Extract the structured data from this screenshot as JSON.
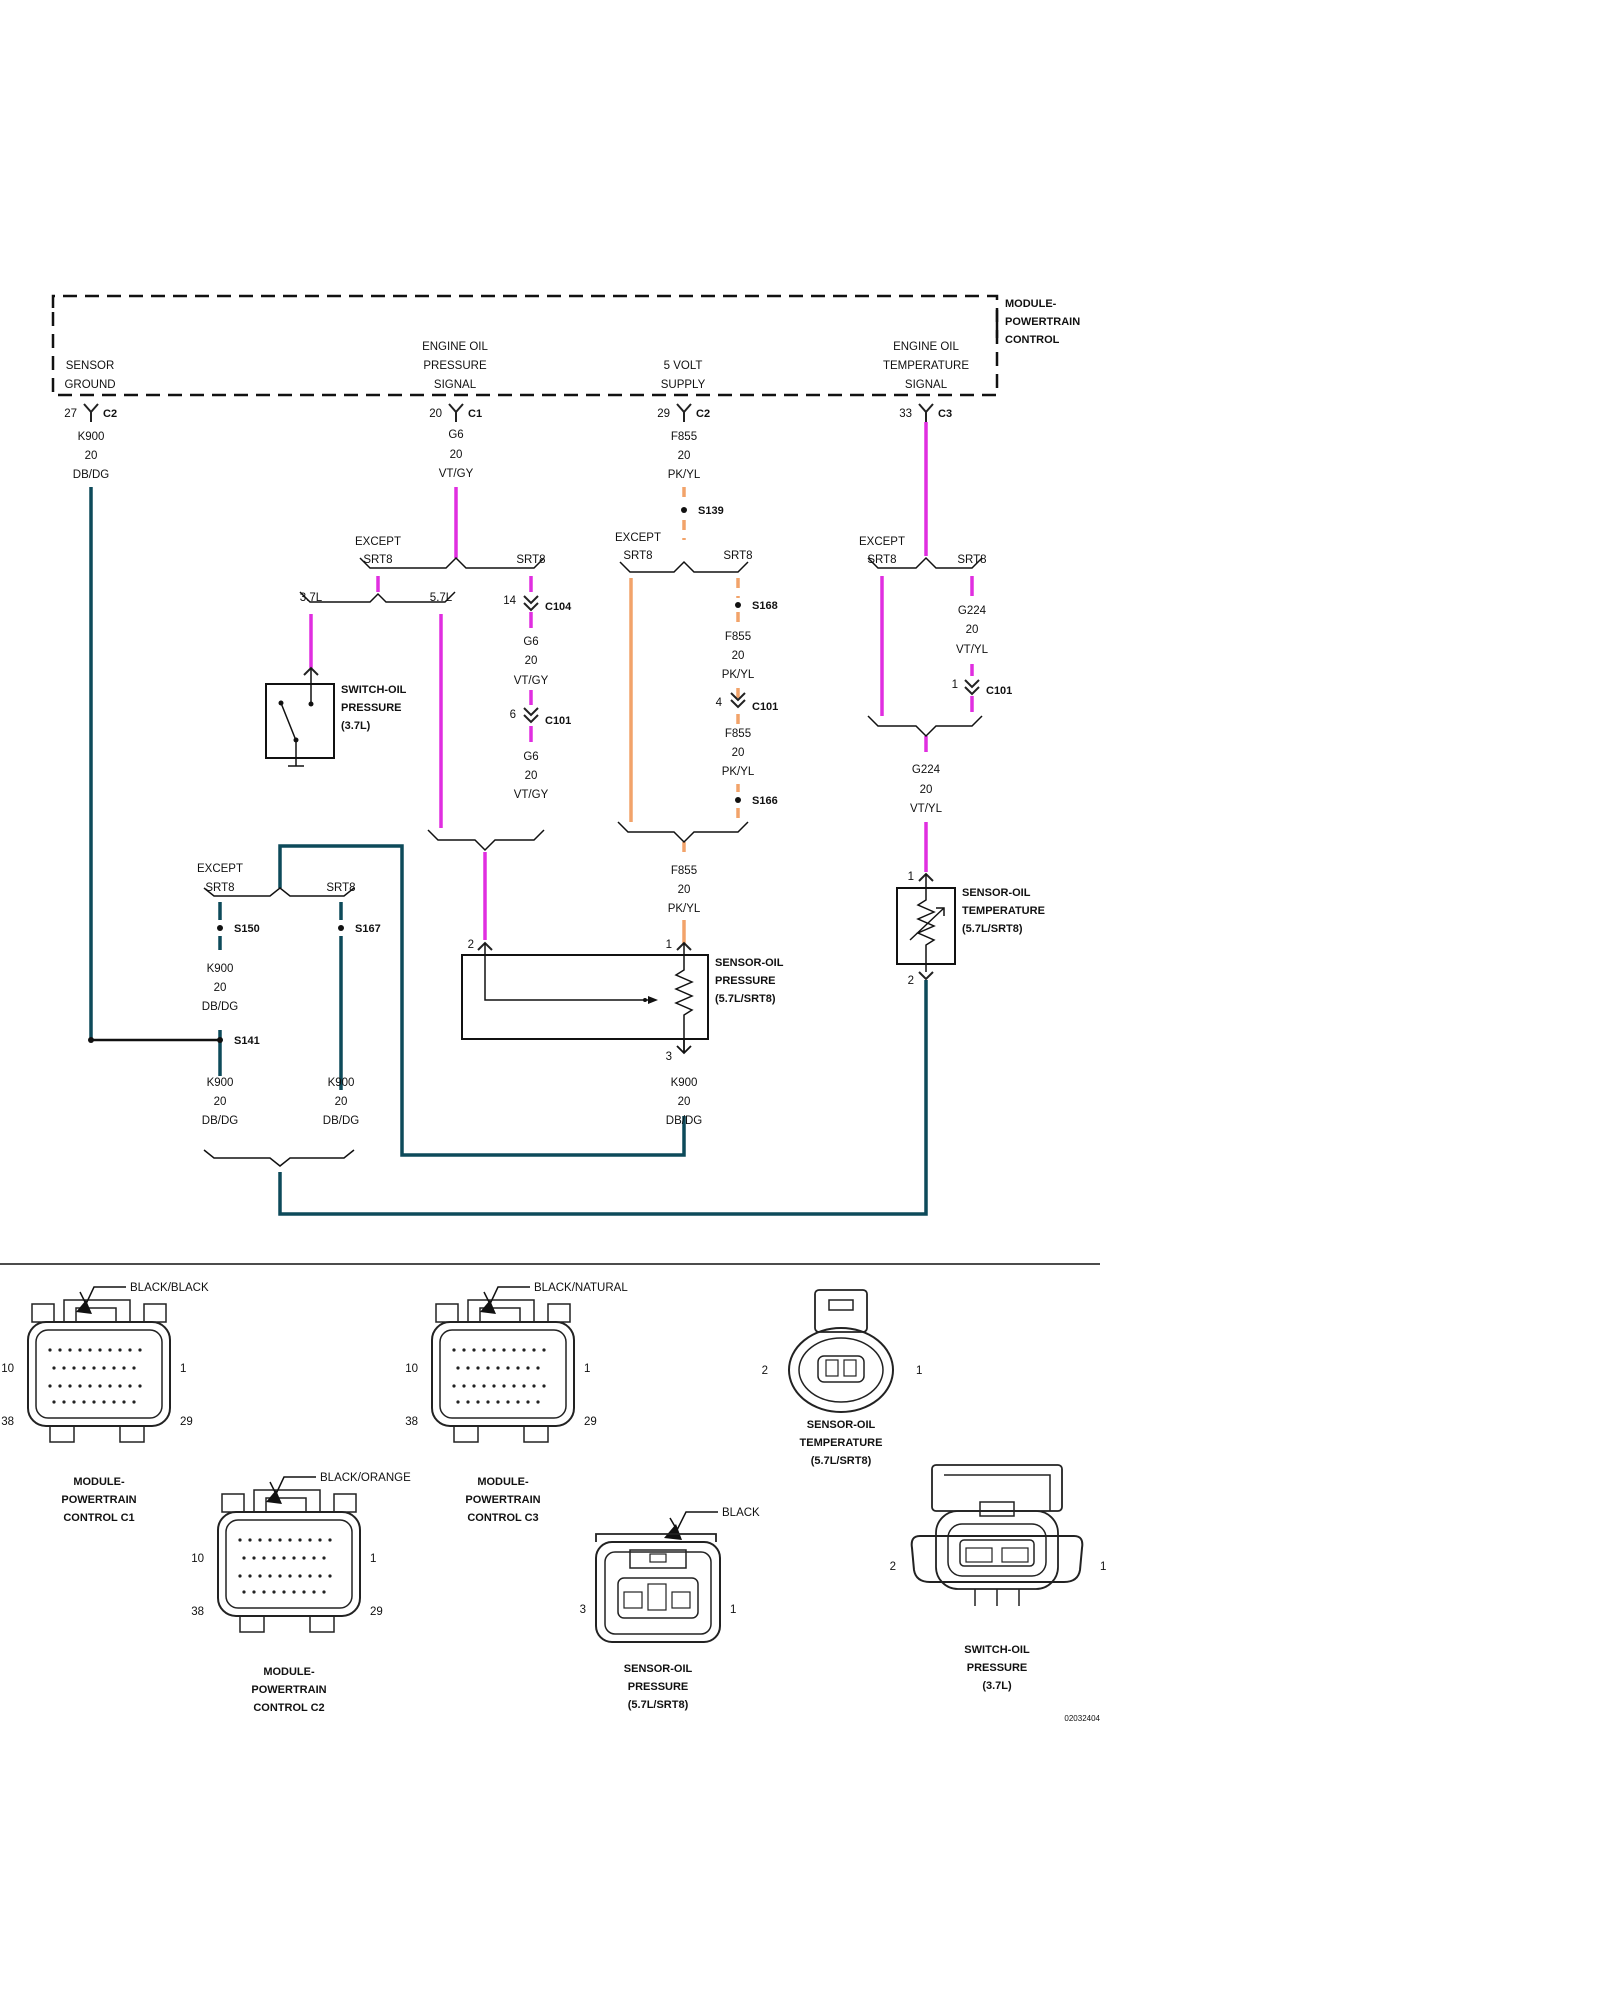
{
  "colors": {
    "wire_db_dg": "#0d4a5a",
    "wire_vt": "#e02ee0",
    "wire_pk_yl": "#f2a36a",
    "ink": "#111111"
  },
  "pcm": {
    "title_l1": "MODULE-",
    "title_l2": "POWERTRAIN",
    "title_l3": "CONTROL"
  },
  "pins": {
    "sensor_ground": {
      "l1": "SENSOR",
      "l2": "GROUND",
      "pin": "27",
      "conn": "C2"
    },
    "oil_pressure_signal": {
      "l1": "ENGINE OIL",
      "l2": "PRESSURE",
      "l3": "SIGNAL",
      "pin": "20",
      "conn": "C1"
    },
    "five_volt_supply": {
      "l1": "5 VOLT",
      "l2": "SUPPLY",
      "pin": "29",
      "conn": "C2"
    },
    "oil_temp_signal": {
      "l1": "ENGINE OIL",
      "l2": "TEMPERATURE",
      "l3": "SIGNAL",
      "pin": "33",
      "conn": "C3"
    }
  },
  "wires": {
    "k900_main": {
      "circuit": "K900",
      "gauge": "20",
      "color": "DB/DG"
    },
    "g6_main": {
      "circuit": "G6",
      "gauge": "20",
      "color": "VT/GY"
    },
    "f855_main": {
      "circuit": "F855",
      "gauge": "20",
      "color": "PK/YL"
    },
    "g6_c104": {
      "circuit": "G6",
      "gauge": "20",
      "color": "VT/GY"
    },
    "g6_c101": {
      "circuit": "G6",
      "gauge": "20",
      "color": "VT/GY"
    },
    "f855_s168": {
      "circuit": "F855",
      "gauge": "20",
      "color": "PK/YL"
    },
    "f855_c101": {
      "circuit": "F855",
      "gauge": "20",
      "color": "PK/YL"
    },
    "f855_sensor": {
      "circuit": "F855",
      "gauge": "20",
      "color": "PK/YL"
    },
    "g224_srt8": {
      "circuit": "G224",
      "gauge": "20",
      "color": "VT/YL"
    },
    "g224_main": {
      "circuit": "G224",
      "gauge": "20",
      "color": "VT/YL"
    },
    "k900_s150": {
      "circuit": "K900",
      "gauge": "20",
      "color": "DB/DG"
    },
    "k900_s141": {
      "circuit": "K900",
      "gauge": "20",
      "color": "DB/DG"
    },
    "k900_s167": {
      "circuit": "K900",
      "gauge": "20",
      "color": "DB/DG"
    },
    "k900_sensor": {
      "circuit": "K900",
      "gauge": "20",
      "color": "DB/DG"
    }
  },
  "branches": {
    "except": "EXCEPT",
    "srt8": "SRT8",
    "l37": "3.7L",
    "l57": "5.7L"
  },
  "splices": {
    "s139": "S139",
    "s168": "S168",
    "s166": "S166",
    "s150": "S150",
    "s167": "S167",
    "s141": "S141"
  },
  "connectors": {
    "c104": {
      "name": "C104",
      "pin": "14"
    },
    "c101_g6": {
      "name": "C101",
      "pin": "6"
    },
    "c101_f855": {
      "name": "C101",
      "pin": "4"
    },
    "c101_g224": {
      "name": "C101",
      "pin": "1"
    }
  },
  "components": {
    "switch_oil_pressure": {
      "l1": "SWITCH-OIL",
      "l2": "PRESSURE",
      "l3": "(3.7L)"
    },
    "sensor_oil_pressure": {
      "l1": "SENSOR-OIL",
      "l2": "PRESSURE",
      "l3": "(5.7L/SRT8)",
      "pin_a": "2",
      "pin_b": "1",
      "pin_c": "3"
    },
    "sensor_oil_temp": {
      "l1": "SENSOR-OIL",
      "l2": "TEMPERATURE",
      "l3": "(5.7L/SRT8)",
      "pin_a": "1",
      "pin_b": "2"
    }
  },
  "connector_views": {
    "pcm_c1": {
      "color": "BLACK/BLACK",
      "l1": "MODULE-",
      "l2": "POWERTRAIN",
      "l3": "CONTROL C1",
      "p10": "10",
      "p1": "1",
      "p38": "38",
      "p29": "29"
    },
    "pcm_c3": {
      "color": "BLACK/NATURAL",
      "l1": "MODULE-",
      "l2": "POWERTRAIN",
      "l3": "CONTROL C3",
      "p10": "10",
      "p1": "1",
      "p38": "38",
      "p29": "29"
    },
    "pcm_c2": {
      "color": "BLACK/ORANGE",
      "l1": "MODULE-",
      "l2": "POWERTRAIN",
      "l3": "CONTROL C2",
      "p10": "10",
      "p1": "1",
      "p38": "38",
      "p29": "29"
    },
    "temp_sensor": {
      "l1": "SENSOR-OIL",
      "l2": "TEMPERATURE",
      "l3": "(5.7L/SRT8)",
      "p2": "2",
      "p1": "1"
    },
    "press_sensor": {
      "color": "BLACK",
      "l1": "SENSOR-OIL",
      "l2": "PRESSURE",
      "l3": "(5.7L/SRT8)",
      "p3": "3",
      "p1": "1"
    },
    "press_switch": {
      "l1": "SWITCH-OIL",
      "l2": "PRESSURE",
      "l3": "(3.7L)",
      "p2": "2",
      "p1": "1"
    }
  },
  "figure_id": "02032404"
}
